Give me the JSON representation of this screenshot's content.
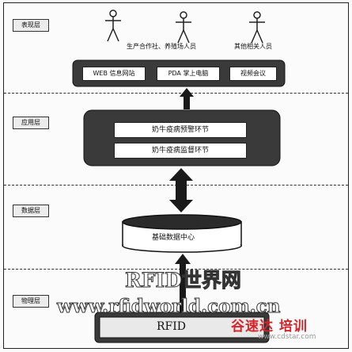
{
  "layers": [
    {
      "key": "presentation",
      "label": "表现层"
    },
    {
      "key": "application",
      "label": "应用层"
    },
    {
      "key": "data",
      "label": "数据层"
    },
    {
      "key": "physical",
      "label": "物理层"
    }
  ],
  "actors": [
    {
      "label": "生产合作社、养殖场人员"
    },
    {
      "label": "其他相关人员"
    }
  ],
  "presentation_boxes": [
    "WEB 信息网站",
    "PDA 掌上电脑",
    "视频会议"
  ],
  "application_boxes": [
    "奶牛疫病预警环节",
    "奶牛疫病监督环节"
  ],
  "data_center": "基础数据中心",
  "physical_box": "RFID",
  "watermark": {
    "line1": "RFID世界网",
    "line2": "www.rfidworld.com.cn",
    "brand": "谷速达 培训",
    "brand_url": "www.cdstar.com"
  },
  "colors": {
    "line": "#222222",
    "fill_dark": "#3a3a3a",
    "brand_red": "#d4242a"
  }
}
